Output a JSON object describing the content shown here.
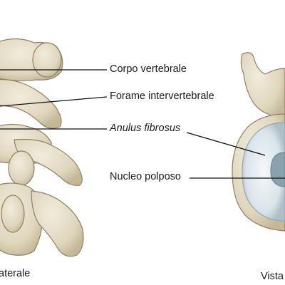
{
  "labels": {
    "vertebral_body": "Corpo vertebrale",
    "intervertebral_foramen": "Forame intervertebrale",
    "anulus_fibrosus": "Anulus fibrosus",
    "nucleus_pulposus": "Nucleo polposo"
  },
  "captions": {
    "left_view": "aterale",
    "right_view": "Vista"
  },
  "colors": {
    "bone_fill": "#e3dcc6",
    "bone_shadow": "#c7bc9c",
    "bone_outline": "#8c8266",
    "disc_outer": "#c9d6dd",
    "disc_inner": "#e4eef3",
    "nucleus": "#7f99a6",
    "leader_line": "#111111"
  }
}
